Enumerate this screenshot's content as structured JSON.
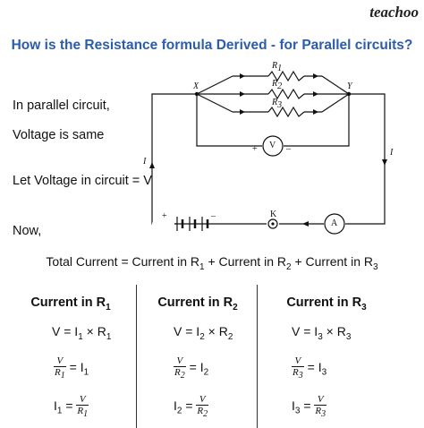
{
  "brand": "teachoo",
  "title": "How is the Resistance formula Derived - for Parallel circuits?",
  "lines": {
    "in_parallel": "In parallel circuit,",
    "voltage_same": "Voltage is same",
    "let_voltage": "Let Voltage in circuit = V",
    "now": "Now,"
  },
  "circuit": {
    "node_x": "X",
    "node_y": "Y",
    "r1": "R",
    "r1_sub": "1",
    "r2": "R",
    "r2_sub": "2",
    "r3": "R",
    "r3_sub": "3",
    "voltmeter": "V",
    "ammeter": "A",
    "key": "K",
    "current_left": "I",
    "current_right": "I",
    "plus": "+",
    "minus": "–"
  },
  "total": {
    "text": "Total Current = Current in R",
    "s1": "1",
    "t2": " + Current in R",
    "s2": "2",
    "t3": " + Current in R",
    "s3": "3"
  },
  "columns": [
    {
      "head": "Current in R",
      "sub": "1",
      "ohm_a": "V = I",
      "ohm_b": " × R",
      "frac_v": "V",
      "frac_r": "R",
      "eq_i": " = I",
      "i_left": "I",
      "i_mid": " = "
    },
    {
      "head": "Current in R",
      "sub": "2",
      "ohm_a": "V = I",
      "ohm_b": " × R",
      "frac_v": "V",
      "frac_r": "R",
      "eq_i": " = I",
      "i_left": "I",
      "i_mid": " = "
    },
    {
      "head": "Current in R",
      "sub": "3",
      "ohm_a": "V = I",
      "ohm_b": " × R",
      "frac_v": "V",
      "frac_r": "R",
      "eq_i": " = I",
      "i_left": "I",
      "i_mid": " = "
    }
  ]
}
